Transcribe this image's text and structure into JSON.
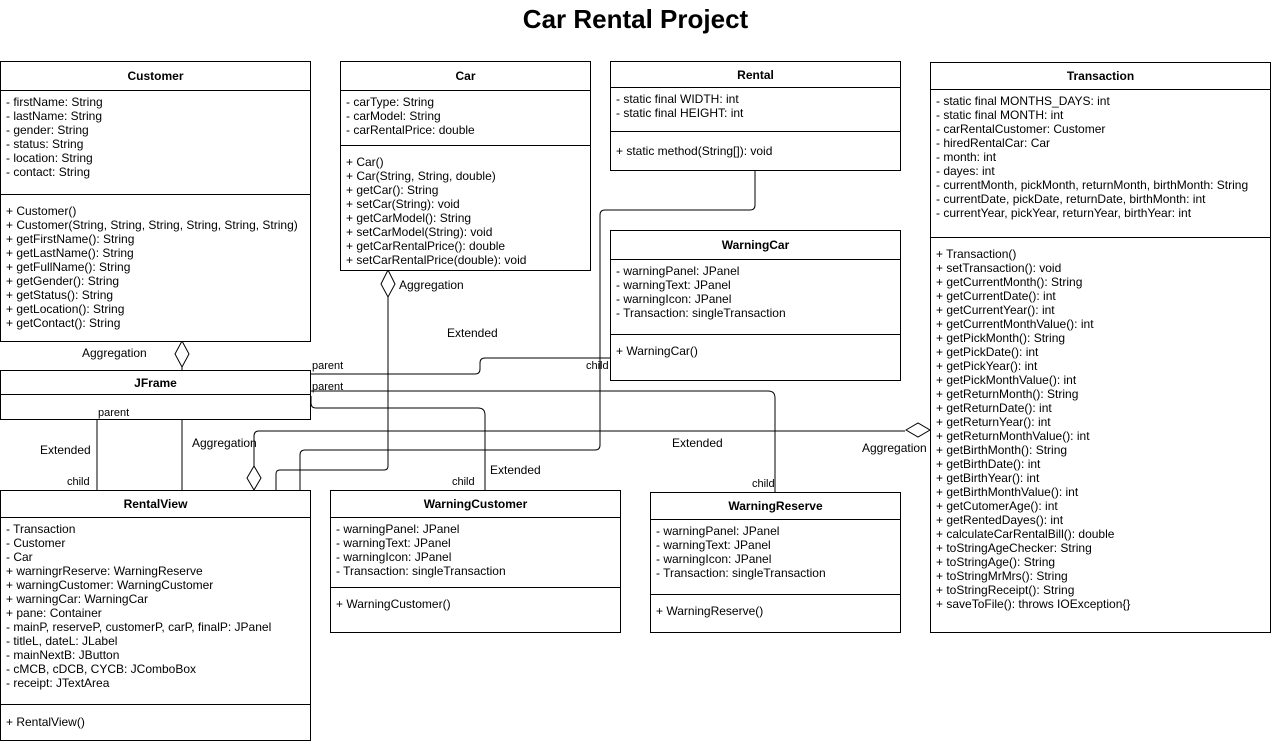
{
  "title": "Car Rental Project",
  "classes": [
    {
      "id": "customer",
      "name": "Customer",
      "attributes": [
        "- firstName: String",
        "- lastName: String",
        "- gender: String",
        "- status: String",
        "- location: String",
        "- contact: String"
      ],
      "methods": [
        "+ Customer()",
        "+ Customer(String, String, String, String, String, String)",
        "+ getFirstName(): String",
        "+ getLastName(): String",
        "+ getFullName(): String",
        "+ getGender(): String",
        "+ getStatus(): String",
        "+ getLocation(): String",
        "+ getContact(): String"
      ]
    },
    {
      "id": "car",
      "name": "Car",
      "attributes": [
        "- carType: String",
        "- carModel: String",
        "- carRentalPrice: double"
      ],
      "methods": [
        "+ Car()",
        "+ Car(String, String, double)",
        "+ getCar(): String",
        "+ setCar(String): void",
        "+ getCarModel(): String",
        "+ setCarModel(String): void",
        "+ getCarRentalPrice(): double",
        "+ setCarRentalPrice(double): void"
      ]
    },
    {
      "id": "rental",
      "name": "Rental",
      "attributes": [
        "- static final WIDTH: int",
        "- static final HEIGHT: int"
      ],
      "methods": [
        "+ static method(String[]): void"
      ]
    },
    {
      "id": "transaction",
      "name": "Transaction",
      "attributes": [
        "- static final MONTHS_DAYS: int",
        "- static final MONTH: int",
        "- carRentalCustomer: Customer",
        "- hiredRentalCar: Car",
        "- month: int",
        "- dayes: int",
        "- currentMonth, pickMonth, returnMonth, birthMonth: String",
        "- currentDate, pickDate, returnDate, birthMonth: int",
        "- currentYear, pickYear, returnYear, birthYear: int"
      ],
      "methods": [
        "+ Transaction()",
        "+ setTransaction(): void",
        "+ getCurrentMonth(): String",
        "+ getCurrentDate(): int",
        "+ getCurrentYear(): int",
        "+ getCurrentMonthValue(): int",
        "+ getPickMonth(): String",
        "+ getPickDate(): int",
        "+ getPickYear(): int",
        "+ getPickMonthValue(): int",
        "+ getReturnMonth(): String",
        "+ getReturnDate(): int",
        "+ getReturnYear(): int",
        "+ getReturnMonthValue(): int",
        "+ getBirthMonth(): String",
        "+ getBirthDate(): int",
        "+ getBirthYear(): int",
        "+ getBirthMonthValue(): int",
        "+ getCutomerAge(): int",
        "+ getRentedDayes(): int",
        "+ calculateCarRentalBill(): double",
        "+ toStringAgeChecker: String",
        "+ toStringAge(): String",
        "+ toStringMrMrs(): String",
        "+ toStringReceipt(): String",
        "+ saveToFile(): throws IOException{}"
      ]
    },
    {
      "id": "warningcar",
      "name": "WarningCar",
      "attributes": [
        "- warningPanel: JPanel",
        "- warningText: JPanel",
        "- warningIcon: JPanel",
        "- Transaction: singleTransaction"
      ],
      "methods": [
        "+ WarningCar()"
      ]
    },
    {
      "id": "jframe",
      "name": "JFrame",
      "attributes": [],
      "methods": []
    },
    {
      "id": "rentalview",
      "name": "RentalView",
      "attributes": [
        "- Transaction",
        "- Customer",
        "- Car",
        "+ warningrReserve: WarningReserve",
        "+ warningCustomer: WarningCustomer",
        "+ warningCar: WarningCar",
        "+ pane: Container",
        "- mainP, reserveP, customerP, carP, finalP: JPanel",
        "- titleL, dateL: JLabel",
        "- mainNextB: JButton",
        "- cMCB, cDCB, CYCB: JComboBox",
        "- receipt: JTextArea"
      ],
      "methods": [
        "+ RentalView()"
      ]
    },
    {
      "id": "warningcustomer",
      "name": "WarningCustomer",
      "attributes": [
        "- warningPanel: JPanel",
        "- warningText: JPanel",
        "- warningIcon: JPanel",
        "- Transaction: singleTransaction"
      ],
      "methods": [
        "+ WarningCustomer()"
      ]
    },
    {
      "id": "warningreserve",
      "name": "WarningReserve",
      "attributes": [
        "- warningPanel: JPanel",
        "- warningText: JPanel",
        "- warningIcon: JPanel",
        "- Transaction: singleTransaction"
      ],
      "methods": [
        "+ WarningReserve()"
      ]
    }
  ],
  "labels": {
    "agg_car": "Aggregation",
    "agg_customer": "Aggregation",
    "agg_view": "Aggregation",
    "agg_transaction": "Aggregation",
    "ext_top": "Extended",
    "ext_left": "Extended",
    "ext_mid": "Extended",
    "ext_customer": "Extended",
    "parent_1": "parent",
    "parent_2": "parent",
    "parent_3": "parent",
    "child_warningcar": "child",
    "child_rentalview": "child",
    "child_warningcustomer": "child",
    "child_warningreserve": "child"
  }
}
